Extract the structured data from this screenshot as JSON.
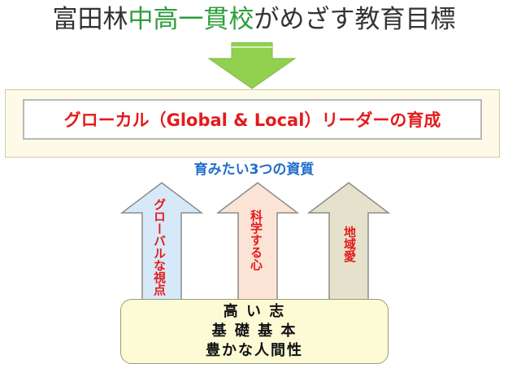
{
  "title": {
    "prefix": "富田林",
    "highlight": "中高一貫校",
    "suffix": "がめざす教育目標",
    "highlight_color": "#2e9e3a"
  },
  "goal": {
    "text": "グローカル（Global & Local）リーダーの育成",
    "color": "#e31b1b"
  },
  "qualities": {
    "title": "育みたい3つの資質",
    "items": [
      {
        "label": "グローバルな視点",
        "fill": "#d6e9f8"
      },
      {
        "label": "科学する心",
        "fill": "#fbe4d6"
      },
      {
        "label": "地域愛",
        "fill": "#e6e1cc"
      }
    ]
  },
  "foundation": {
    "lines": [
      "高 い 志",
      "基 礎 基 本",
      "豊かな人間性"
    ]
  },
  "colors": {
    "down_arrow": "#92d050",
    "arrow_stroke": "#8c8c8c",
    "base_fill": "#fdfbd6"
  }
}
